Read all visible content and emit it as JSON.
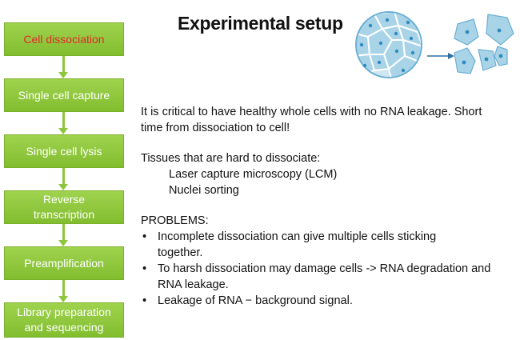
{
  "workflow": {
    "steps": [
      {
        "label": "Cell dissociation",
        "active": true
      },
      {
        "label": "Single cell capture"
      },
      {
        "label": "Single cell lysis"
      },
      {
        "label_lines": [
          "Reverse",
          "transcription"
        ]
      },
      {
        "label": "Preamplification"
      },
      {
        "label_lines": [
          "Library preparation",
          "and sequencing"
        ]
      }
    ]
  },
  "title": "Experimental setup",
  "intro": {
    "line1": "It is critical to have healthy whole cells with no RNA leakage. Short",
    "line2": "time from dissociation to cell!"
  },
  "tissues": {
    "heading": "Tissues that are hard to dissociate:",
    "items": [
      "Laser capture microscopy (LCM)",
      "Nuclei sorting"
    ]
  },
  "problems": {
    "heading": "PROBLEMS:",
    "items": [
      {
        "line1": "Incomplete dissociation can give multiple cells sticking",
        "line2": "together."
      },
      {
        "line1": "To harsh dissociation may damage cells -> RNA degradation and",
        "line2": "RNA leakage."
      },
      {
        "line1": "Leakage of RNA − background signal."
      }
    ]
  },
  "colors": {
    "step_fill": "#8dc63f",
    "active_text": "#e8262a",
    "cell_fill": "#a9d4e8",
    "nucleus": "#2f8bbf"
  }
}
